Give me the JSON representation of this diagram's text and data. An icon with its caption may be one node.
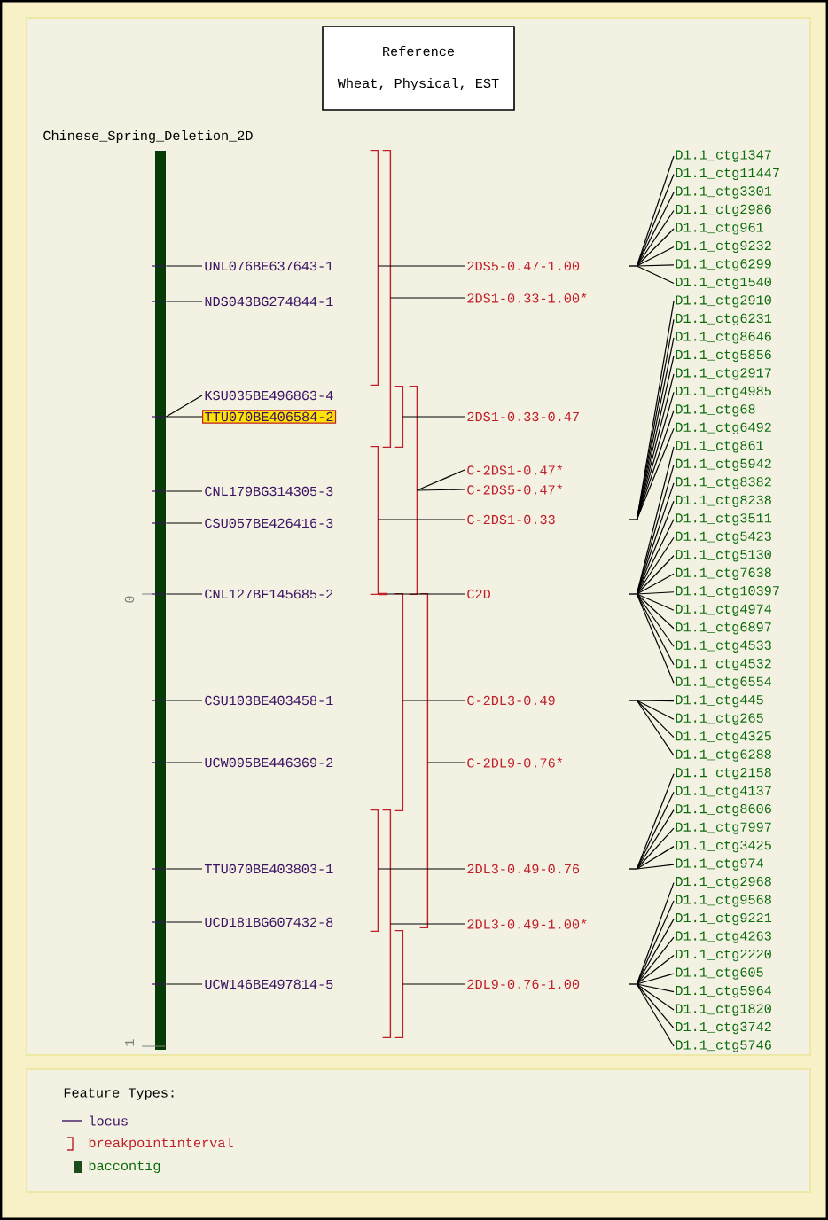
{
  "diagram": {
    "nodes": [
      {
        "text": [
          "Reference",
          "Wheat, Physical, EST"
        ]
      },
      {
        "text": [],
        "shape": "bar",
        "beside": [
          "Chinese_Spring_Deletion_2D"
        ]
      },
      {
        "text": [
          "UNL076BE637643-1"
        ]
      },
      {
        "text": [
          "NDS043BG274844-1"
        ]
      },
      {
        "text": [
          "KSU035BE496863-4"
        ]
      },
      {
        "text": [
          "TTU070BE406584-2"
        ]
      },
      {
        "text": [
          "CNL179BG314305-3"
        ]
      },
      {
        "text": [
          "CSU057BE426416-3"
        ]
      },
      {
        "text": [
          "CNL127BF145685-2"
        ]
      },
      {
        "text": [
          "CSU103BE403458-1"
        ]
      },
      {
        "text": [
          "UCW095BE446369-2"
        ]
      },
      {
        "text": [
          "TTU070BE403803-1"
        ]
      },
      {
        "text": [
          "UCD181BG607432-8"
        ]
      },
      {
        "text": [
          "UCW146BE497814-5"
        ]
      },
      {
        "text": [],
        "shape": "bracket"
      },
      {
        "text": [],
        "shape": "bracket"
      },
      {
        "text": [],
        "shape": "bracket"
      },
      {
        "text": [],
        "shape": "bracket"
      },
      {
        "text": [],
        "shape": "bracket"
      },
      {
        "text": [],
        "shape": "bracket"
      },
      {
        "text": [],
        "shape": "bracket"
      },
      {
        "text": [],
        "shape": "bracket"
      },
      {
        "text": [],
        "shape": "bracket"
      },
      {
        "text": [],
        "shape": "bracket"
      },
      {
        "text": [],
        "shape": "bracket"
      },
      {
        "text": [
          "2DS5-0.47-1.00"
        ]
      },
      {
        "text": [
          "2DS1-0.33-1.00*"
        ]
      },
      {
        "text": [
          "2DS1-0.33-0.47"
        ]
      },
      {
        "text": [
          "C-2DS1-0.47*"
        ]
      },
      {
        "text": [
          "C-2DS5-0.47*"
        ]
      },
      {
        "text": [
          "C-2DS1-0.33"
        ]
      },
      {
        "text": [
          "C2D"
        ]
      },
      {
        "text": [
          "C-2DL3-0.49"
        ]
      },
      {
        "text": [
          "C-2DL9-0.76*"
        ]
      },
      {
        "text": [
          "2DL3-0.49-0.76"
        ]
      },
      {
        "text": [
          "2DL3-0.49-1.00*"
        ]
      },
      {
        "text": [
          "2DL9-0.76-1.00"
        ]
      },
      {
        "text": [
          "D1.1_ctg1347"
        ]
      },
      {
        "text": [
          "D1.1_ctg11447"
        ]
      },
      {
        "text": [
          "D1.1_ctg3301"
        ]
      },
      {
        "text": [
          "D1.1_ctg2986"
        ]
      },
      {
        "text": [
          "D1.1_ctg961"
        ]
      },
      {
        "text": [
          "D1.1_ctg9232"
        ]
      },
      {
        "text": [
          "D1.1_ctg6299"
        ]
      },
      {
        "text": [
          "D1.1_ctg1540"
        ]
      },
      {
        "text": [
          "D1.1_ctg2910"
        ]
      },
      {
        "text": [
          "D1.1_ctg6231"
        ]
      },
      {
        "text": [
          "D1.1_ctg8646"
        ]
      },
      {
        "text": [
          "D1.1_ctg5856"
        ]
      },
      {
        "text": [
          "D1.1_ctg2917"
        ]
      },
      {
        "text": [
          "D1.1_ctg4985"
        ]
      },
      {
        "text": [
          "D1.1_ctg68"
        ]
      },
      {
        "text": [
          "D1.1_ctg6492"
        ]
      },
      {
        "text": [
          "D1.1_ctg861"
        ]
      },
      {
        "text": [
          "D1.1_ctg5942"
        ]
      },
      {
        "text": [
          "D1.1_ctg8382"
        ]
      },
      {
        "text": [
          "D1.1_ctg8238"
        ]
      },
      {
        "text": [
          "D1.1_ctg3511"
        ]
      },
      {
        "text": [
          "D1.1_ctg5423"
        ]
      },
      {
        "text": [
          "D1.1_ctg5130"
        ]
      },
      {
        "text": [
          "D1.1_ctg7638"
        ]
      },
      {
        "text": [
          "D1.1_ctg10397"
        ]
      },
      {
        "text": [
          "D1.1_ctg4974"
        ]
      },
      {
        "text": [
          "D1.1_ctg6897"
        ]
      },
      {
        "text": [
          "D1.1_ctg4533"
        ]
      },
      {
        "text": [
          "D1.1_ctg4532"
        ]
      },
      {
        "text": [
          "D1.1_ctg6554"
        ]
      },
      {
        "text": [
          "D1.1_ctg445"
        ]
      },
      {
        "text": [
          "D1.1_ctg265"
        ]
      },
      {
        "text": [
          "D1.1_ctg4325"
        ]
      },
      {
        "text": [
          "D1.1_ctg6288"
        ]
      },
      {
        "text": [
          "D1.1_ctg2158"
        ]
      },
      {
        "text": [
          "D1.1_ctg4137"
        ]
      },
      {
        "text": [
          "D1.1_ctg8606"
        ]
      },
      {
        "text": [
          "D1.1_ctg7997"
        ]
      },
      {
        "text": [
          "D1.1_ctg3425"
        ]
      },
      {
        "text": [
          "D1.1_ctg974"
        ]
      },
      {
        "text": [
          "D1.1_ctg2968"
        ]
      },
      {
        "text": [
          "D1.1_ctg9568"
        ]
      },
      {
        "text": [
          "D1.1_ctg9221"
        ]
      },
      {
        "text": [
          "D1.1_ctg4263"
        ]
      },
      {
        "text": [
          "D1.1_ctg2220"
        ]
      },
      {
        "text": [
          "D1.1_ctg605"
        ]
      },
      {
        "text": [
          "D1.1_ctg5964"
        ]
      },
      {
        "text": [
          "D1.1_ctg1820"
        ]
      },
      {
        "text": [
          "D1.1_ctg3742"
        ]
      },
      {
        "text": [
          "D1.1_ctg5746"
        ]
      },
      {
        "text": [],
        "shape": "tick"
      },
      {
        "text": [],
        "shape": "tick"
      },
      {
        "text": [],
        "shape": "tick"
      },
      {
        "text": [],
        "shape": "tick"
      },
      {
        "text": [],
        "shape": "tick"
      },
      {
        "text": [],
        "shape": "tick"
      }
    ],
    "edges": [
      {
        "from": 1,
        "to": 2,
        "arrow": "none"
      },
      {
        "from": 1,
        "to": 3,
        "arrow": "none"
      },
      {
        "from": 1,
        "to": 4,
        "arrow": "none"
      },
      {
        "from": 1,
        "to": 5,
        "arrow": "none"
      },
      {
        "from": 1,
        "to": 6,
        "arrow": "none"
      },
      {
        "from": 1,
        "to": 7,
        "arrow": "none"
      },
      {
        "from": 1,
        "to": 8,
        "arrow": "none"
      },
      {
        "from": 1,
        "to": 9,
        "arrow": "none"
      },
      {
        "from": 1,
        "to": 10,
        "arrow": "none"
      },
      {
        "from": 1,
        "to": 11,
        "arrow": "none"
      },
      {
        "from": 1,
        "to": 12,
        "arrow": "none"
      },
      {
        "from": 1,
        "to": 13,
        "arrow": "none"
      },
      {
        "from": 14,
        "to": 25,
        "arrow": "none"
      },
      {
        "from": 15,
        "to": 26,
        "arrow": "none"
      },
      {
        "from": 16,
        "to": 27,
        "arrow": "none"
      },
      {
        "from": 17,
        "to": 28,
        "arrow": "none"
      },
      {
        "from": 17,
        "to": 29,
        "arrow": "none"
      },
      {
        "from": 18,
        "to": 30,
        "arrow": "none"
      },
      {
        "from": 19,
        "to": 31,
        "arrow": "none"
      },
      {
        "from": 20,
        "to": 32,
        "arrow": "none"
      },
      {
        "from": 21,
        "to": 33,
        "arrow": "none"
      },
      {
        "from": 22,
        "to": 34,
        "arrow": "none"
      },
      {
        "from": 23,
        "to": 35,
        "arrow": "none"
      },
      {
        "from": 24,
        "to": 36,
        "arrow": "none"
      },
      {
        "from": 87,
        "to": 37,
        "arrow": "none"
      },
      {
        "from": 87,
        "to": 38,
        "arrow": "none"
      },
      {
        "from": 87,
        "to": 39,
        "arrow": "none"
      },
      {
        "from": 87,
        "to": 40,
        "arrow": "none"
      },
      {
        "from": 87,
        "to": 41,
        "arrow": "none"
      },
      {
        "from": 87,
        "to": 42,
        "arrow": "none"
      },
      {
        "from": 87,
        "to": 43,
        "arrow": "none"
      },
      {
        "from": 87,
        "to": 44,
        "arrow": "none"
      },
      {
        "from": 88,
        "to": 45,
        "arrow": "none"
      },
      {
        "from": 88,
        "to": 46,
        "arrow": "none"
      },
      {
        "from": 88,
        "to": 47,
        "arrow": "none"
      },
      {
        "from": 88,
        "to": 48,
        "arrow": "none"
      },
      {
        "from": 88,
        "to": 49,
        "arrow": "none"
      },
      {
        "from": 88,
        "to": 50,
        "arrow": "none"
      },
      {
        "from": 88,
        "to": 51,
        "arrow": "none"
      },
      {
        "from": 88,
        "to": 52,
        "arrow": "none"
      },
      {
        "from": 89,
        "to": 53,
        "arrow": "none"
      },
      {
        "from": 89,
        "to": 54,
        "arrow": "none"
      },
      {
        "from": 89,
        "to": 55,
        "arrow": "none"
      },
      {
        "from": 89,
        "to": 56,
        "arrow": "none"
      },
      {
        "from": 89,
        "to": 57,
        "arrow": "none"
      },
      {
        "from": 89,
        "to": 58,
        "arrow": "none"
      },
      {
        "from": 89,
        "to": 59,
        "arrow": "none"
      },
      {
        "from": 89,
        "to": 60,
        "arrow": "none"
      },
      {
        "from": 89,
        "to": 61,
        "arrow": "none"
      },
      {
        "from": 89,
        "to": 62,
        "arrow": "none"
      },
      {
        "from": 89,
        "to": 63,
        "arrow": "none"
      },
      {
        "from": 89,
        "to": 64,
        "arrow": "none"
      },
      {
        "from": 89,
        "to": 65,
        "arrow": "none"
      },
      {
        "from": 89,
        "to": 66,
        "arrow": "none"
      },
      {
        "from": 90,
        "to": 67,
        "arrow": "none"
      },
      {
        "from": 90,
        "to": 68,
        "arrow": "none"
      },
      {
        "from": 90,
        "to": 69,
        "arrow": "none"
      },
      {
        "from": 90,
        "to": 70,
        "arrow": "none"
      },
      {
        "from": 91,
        "to": 71,
        "arrow": "none"
      },
      {
        "from": 91,
        "to": 72,
        "arrow": "none"
      },
      {
        "from": 91,
        "to": 73,
        "arrow": "none"
      },
      {
        "from": 91,
        "to": 74,
        "arrow": "none"
      },
      {
        "from": 91,
        "to": 75,
        "arrow": "none"
      },
      {
        "from": 91,
        "to": 76,
        "arrow": "none"
      },
      {
        "from": 92,
        "to": 77,
        "arrow": "none"
      },
      {
        "from": 92,
        "to": 78,
        "arrow": "none"
      },
      {
        "from": 92,
        "to": 79,
        "arrow": "none"
      },
      {
        "from": 92,
        "to": 80,
        "arrow": "none"
      },
      {
        "from": 92,
        "to": 81,
        "arrow": "none"
      },
      {
        "from": 92,
        "to": 82,
        "arrow": "none"
      },
      {
        "from": 92,
        "to": 83,
        "arrow": "none"
      },
      {
        "from": 92,
        "to": 84,
        "arrow": "none"
      },
      {
        "from": 92,
        "to": 85,
        "arrow": "none"
      },
      {
        "from": 92,
        "to": 86,
        "arrow": "none"
      }
    ],
    "labels": [
      "0",
      "1",
      "Feature Types:"
    ],
    "legend": [
      {
        "text": "locus"
      },
      {
        "text": "breakpointinterval"
      },
      {
        "text": "baccontig",
        "color": "#1a4d1a"
      }
    ]
  }
}
